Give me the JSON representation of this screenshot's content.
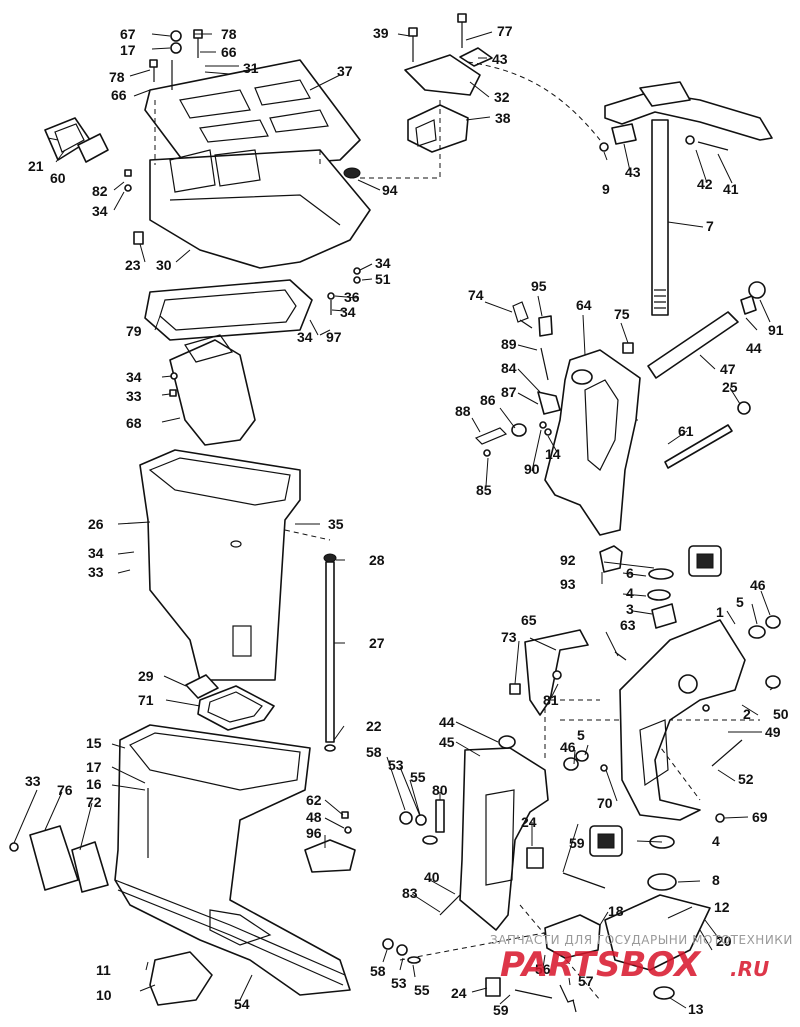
{
  "callouts": [
    "1",
    "2",
    "3",
    "4",
    "4b",
    "5",
    "5b",
    "6",
    "7",
    "8",
    "9",
    "10",
    "11",
    "12",
    "13",
    "14",
    "15",
    "16",
    "17",
    "17b",
    "18",
    "20",
    "21",
    "22",
    "23",
    "24",
    "24b",
    "25",
    "26",
    "27",
    "28",
    "29",
    "30",
    "31",
    "32",
    "33",
    "33b",
    "33c",
    "34",
    "34b",
    "34c",
    "34d",
    "34e",
    "35",
    "36",
    "37",
    "38",
    "39",
    "40",
    "41",
    "42",
    "43",
    "43b",
    "44",
    "44b",
    "45",
    "46",
    "46b",
    "47",
    "48",
    "49",
    "50",
    "51",
    "52",
    "53",
    "53b",
    "54",
    "55",
    "55b",
    "56",
    "57",
    "58",
    "58b",
    "59",
    "59b",
    "60",
    "61",
    "62",
    "63",
    "64",
    "65",
    "66",
    "66b",
    "67",
    "68",
    "69",
    "70",
    "71",
    "72",
    "73",
    "74",
    "75",
    "76",
    "77",
    "78",
    "78b",
    "79",
    "80",
    "81",
    "82",
    "83",
    "84",
    "85",
    "86",
    "87",
    "88",
    "89",
    "90",
    "91",
    "92",
    "93",
    "94",
    "95",
    "96",
    "97"
  ],
  "labels": {
    "1": "1",
    "2": "2",
    "3": "3",
    "4": "4",
    "4b": "4",
    "5": "5",
    "5b": "5",
    "6": "6",
    "7": "7",
    "8": "8",
    "9": "9",
    "10": "10",
    "11": "11",
    "12": "12",
    "13": "13",
    "14": "14",
    "15": "15",
    "16": "16",
    "17": "17",
    "17b": "17",
    "18": "18",
    "20": "20",
    "21": "21",
    "22": "22",
    "23": "23",
    "24": "24",
    "24b": "24",
    "25": "25",
    "26": "26",
    "27": "27",
    "28": "28",
    "29": "29",
    "30": "30",
    "31": "31",
    "32": "32",
    "33": "33",
    "33b": "33",
    "33c": "33",
    "34": "34",
    "34b": "34",
    "34c": "34",
    "34d": "34",
    "34e": "34",
    "35": "35",
    "36": "36",
    "37": "37",
    "38": "38",
    "39": "39",
    "40": "40",
    "41": "41",
    "42": "42",
    "43": "43",
    "43b": "43",
    "44": "44",
    "44b": "44",
    "45": "45",
    "46": "46",
    "46b": "46",
    "47": "47",
    "48": "48",
    "49": "49",
    "50": "50",
    "51": "51",
    "52": "52",
    "53": "53",
    "53b": "53",
    "54": "54",
    "55": "55",
    "55b": "55",
    "56": "56",
    "57": "57",
    "58": "58",
    "58b": "58",
    "59": "59",
    "59b": "59",
    "60": "60",
    "61": "61",
    "62": "62",
    "63": "63",
    "64": "64",
    "65": "65",
    "66": "66",
    "66b": "66",
    "67": "67",
    "68": "68",
    "69": "69",
    "70": "70",
    "71": "71",
    "72": "72",
    "73": "73",
    "74": "74",
    "75": "75",
    "76": "76",
    "77": "77",
    "78": "78",
    "78b": "78",
    "79": "79",
    "80": "80",
    "81": "81",
    "82": "82",
    "83": "83",
    "84": "84",
    "85": "85",
    "86": "86",
    "87": "87",
    "88": "88",
    "89": "89",
    "90": "90",
    "91": "91",
    "92": "92",
    "93": "93",
    "94": "94",
    "95": "95",
    "96": "96",
    "97": "97"
  },
  "watermark": {
    "caption": "ЗАПЧАСТИ ДЛЯ ГОСУДАРЫНИ МОТОТЕХНИКИ",
    "logo": "PARTSBOX",
    "domain": ".RU"
  },
  "colors": {
    "ink": "#111111",
    "watermark_red": "#d8142a",
    "watermark_gray": "#9a9a9a"
  }
}
